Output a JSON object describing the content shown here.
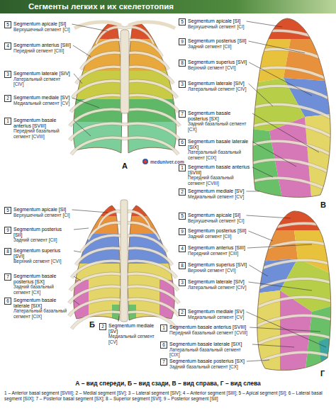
{
  "diagram": {
    "title": "Сегменты легких и их скелетотопия",
    "caption": "А – вид спереди, Б – вид сзади, В – вид справа, Г – вид слева",
    "labels": [
      "5",
      "Segmentum apicale [SI]",
      "Верхушечный сегмент [CI]",
      "4",
      "Segmentum anterius [SIII]",
      "Передний сегмент [CIII]",
      "3",
      "Segmentum laterale [SIV]",
      "Латеральный сегмент [CIV]",
      "2",
      "Segmentum mediale [SV]",
      "Медиальный сегмент [CV]",
      "1",
      "Segmentum basale anterius [SVIII]",
      "Передний базальный сегмент [CVIII]",
      "А",
      "5",
      "Segmentum apicale [SI]",
      "Верхушечный сегмент [CI]",
      "9",
      "Segmentum posterius [SII]",
      "Задний сегмент [CII]",
      "8",
      "Segmentum superius [SVI]",
      "Верхний сегмент [CVI]",
      "3",
      "Segmentum laterale [SIV]",
      "Латеральный сегмент [CIV]",
      "7",
      "Segmentum basale posterius [SX]",
      "Задний базальный сегмент [CX]",
      "6",
      "Segmentum basale laterale [SIX]",
      "Латеральный базальный сегмент [CIX]",
      "1",
      "Segmentum basale anterius [SVIII]",
      "Передний базальный сегмент [CVIII]",
      "2",
      "Segmentum mediale [SV]",
      "Медиальный сегмент [CV]",
      "В",
      "meduniver.com",
      "5",
      "Segmentum apicale [SI]",
      "Верхушечный сегмент [CI]",
      "9",
      "Segmentum posterius [SII]",
      "Задний сегмент [CII]",
      "8",
      "Segmentum superius [SVI]",
      "Верхний сегмент [CVI]",
      "7",
      "Segmentum basale posterius [SX]",
      "Задний базальный сегмент [CX]",
      "6",
      "Segmentum basale laterale [SIX]",
      "Латеральный базальный сегмент [CIX]",
      "2",
      "Segmentum mediale [SV]",
      "Медиальный сегмент [CV]",
      "Б",
      "5",
      "Segmentum apicale [SI]",
      "Верхушечный сегмент [CI]",
      "9",
      "Segmentum posterius [SII]",
      "Задний сегмент [CII]",
      "4",
      "Segmentum anterius [SIII]",
      "Передний сегмент [CIII]",
      "8",
      "Segmentum superius [SVI]",
      "Верхний сегмент [CVI]",
      "3",
      "Segmentum laterale [SIV]",
      "Латеральный сегмент [CIV]",
      "2",
      "Segmentum mediale [SV]",
      "Медиальный сегмент [CV]",
      "1",
      "Segmentum basale anterius [SVIII]",
      "Передний базальный сегмент [CVIII]",
      "6",
      "Segmentum basale laterale [SIX]",
      "Латеральный базальный сегмент [CIX]",
      "7",
      "Segmentum basale posterius [SX]",
      "Задний базальный сегмент [CX]",
      "Г",
      "1 – Anterior basal segment [SVIII]; 2 – Medial segment [SV]; 3 – Lateral segment [SIV]; 4 – Anterior segment [SIII]; 5 – Apical segment [SI]; 6 – Lateral basal segment [SIX]; 7 – Posterior basal segment [SX]; 8 – Superior segment [SVI]; 9 – Posterior segment [SII]"
    ]
  }
}
